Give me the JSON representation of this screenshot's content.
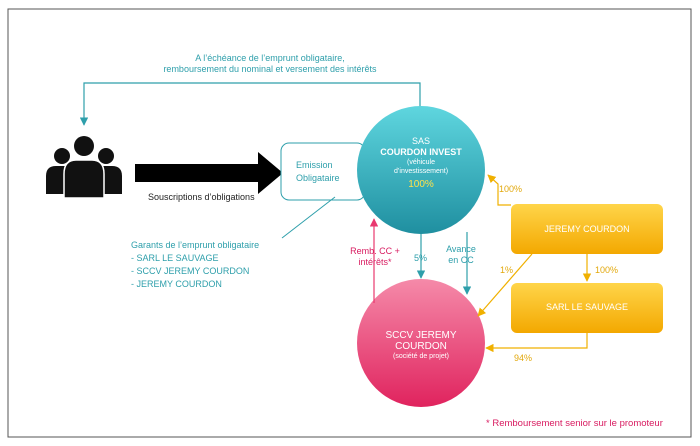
{
  "top_note": {
    "line1": "A l’échéance de l’emprunt obligataire,",
    "line2": "remboursement du nominal et versement des intérêts"
  },
  "investors": {
    "icon": "people-group-icon"
  },
  "subscription_label": "Souscriptions d’obligations",
  "emission_box": {
    "line1": "Emission",
    "line2": "Obligataire"
  },
  "sas": {
    "line1": "SAS",
    "line2": "COURDON INVEST",
    "line3": "(véhicule",
    "line4": "d’investissement)",
    "pct": "100%"
  },
  "guarantors": {
    "title": "Garants de l’emprunt obligataire",
    "items": [
      "- SARL LE SAUVAGE",
      "- SCCV JEREMY COURDON",
      "- JEREMY COURDON"
    ]
  },
  "remb_label": {
    "line1": "Remb. CC +",
    "line2": "intérêts*"
  },
  "pct_5": "5%",
  "avance_label": {
    "line1": "Avance",
    "line2": "en CC"
  },
  "sccv": {
    "line1": "SCCV JEREMY",
    "line2": "COURDON",
    "line3": "(société de projet)"
  },
  "jeremy_box": "JEREMY COURDON",
  "sarl_box": "SARL LE SAUVAGE",
  "pct_100_sas": "100%",
  "pct_1": "1%",
  "pct_100_sarl": "100%",
  "pct_94": "94%",
  "footnote": "* Remboursement senior sur le promoteur",
  "colors": {
    "teal": "#2e9fab",
    "gold": "#f5b301",
    "pink": "#e9386f",
    "frame": "#555555"
  }
}
